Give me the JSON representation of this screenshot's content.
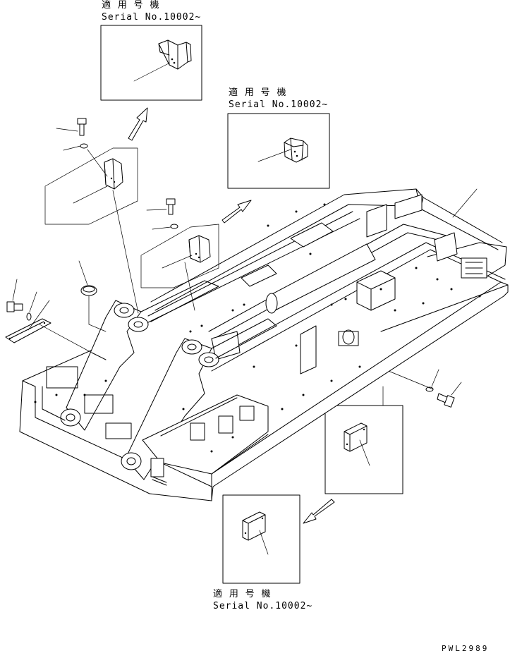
{
  "callouts": [
    {
      "applicable_label": "適 用 号 機",
      "serial_label": "Serial No.10002~"
    },
    {
      "applicable_label": "適 用 号 機",
      "serial_label": "Serial No.10002~"
    },
    {
      "applicable_label": "適 用 号 機",
      "serial_label": "Serial No.10002~"
    }
  ],
  "drawing_code": "PWL2989"
}
